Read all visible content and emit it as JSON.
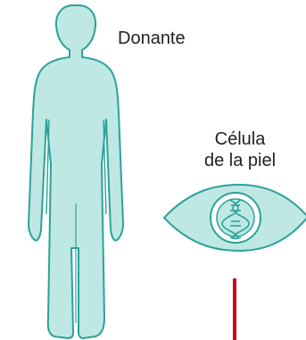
{
  "labels": {
    "donor": "Donante",
    "cell_line1": "Célula",
    "cell_line2": "de la piel"
  },
  "icons": {
    "donor": "human-figure-icon",
    "cell": "eye-shaped-skin-cell-icon",
    "dna": "dna-helix-icon",
    "arrow": "red-line-indicator"
  },
  "colors": {
    "figure_fill": "#bfe7e3",
    "figure_stroke": "#2aa39a",
    "text": "#231f20",
    "indicator": "#d0021b"
  }
}
